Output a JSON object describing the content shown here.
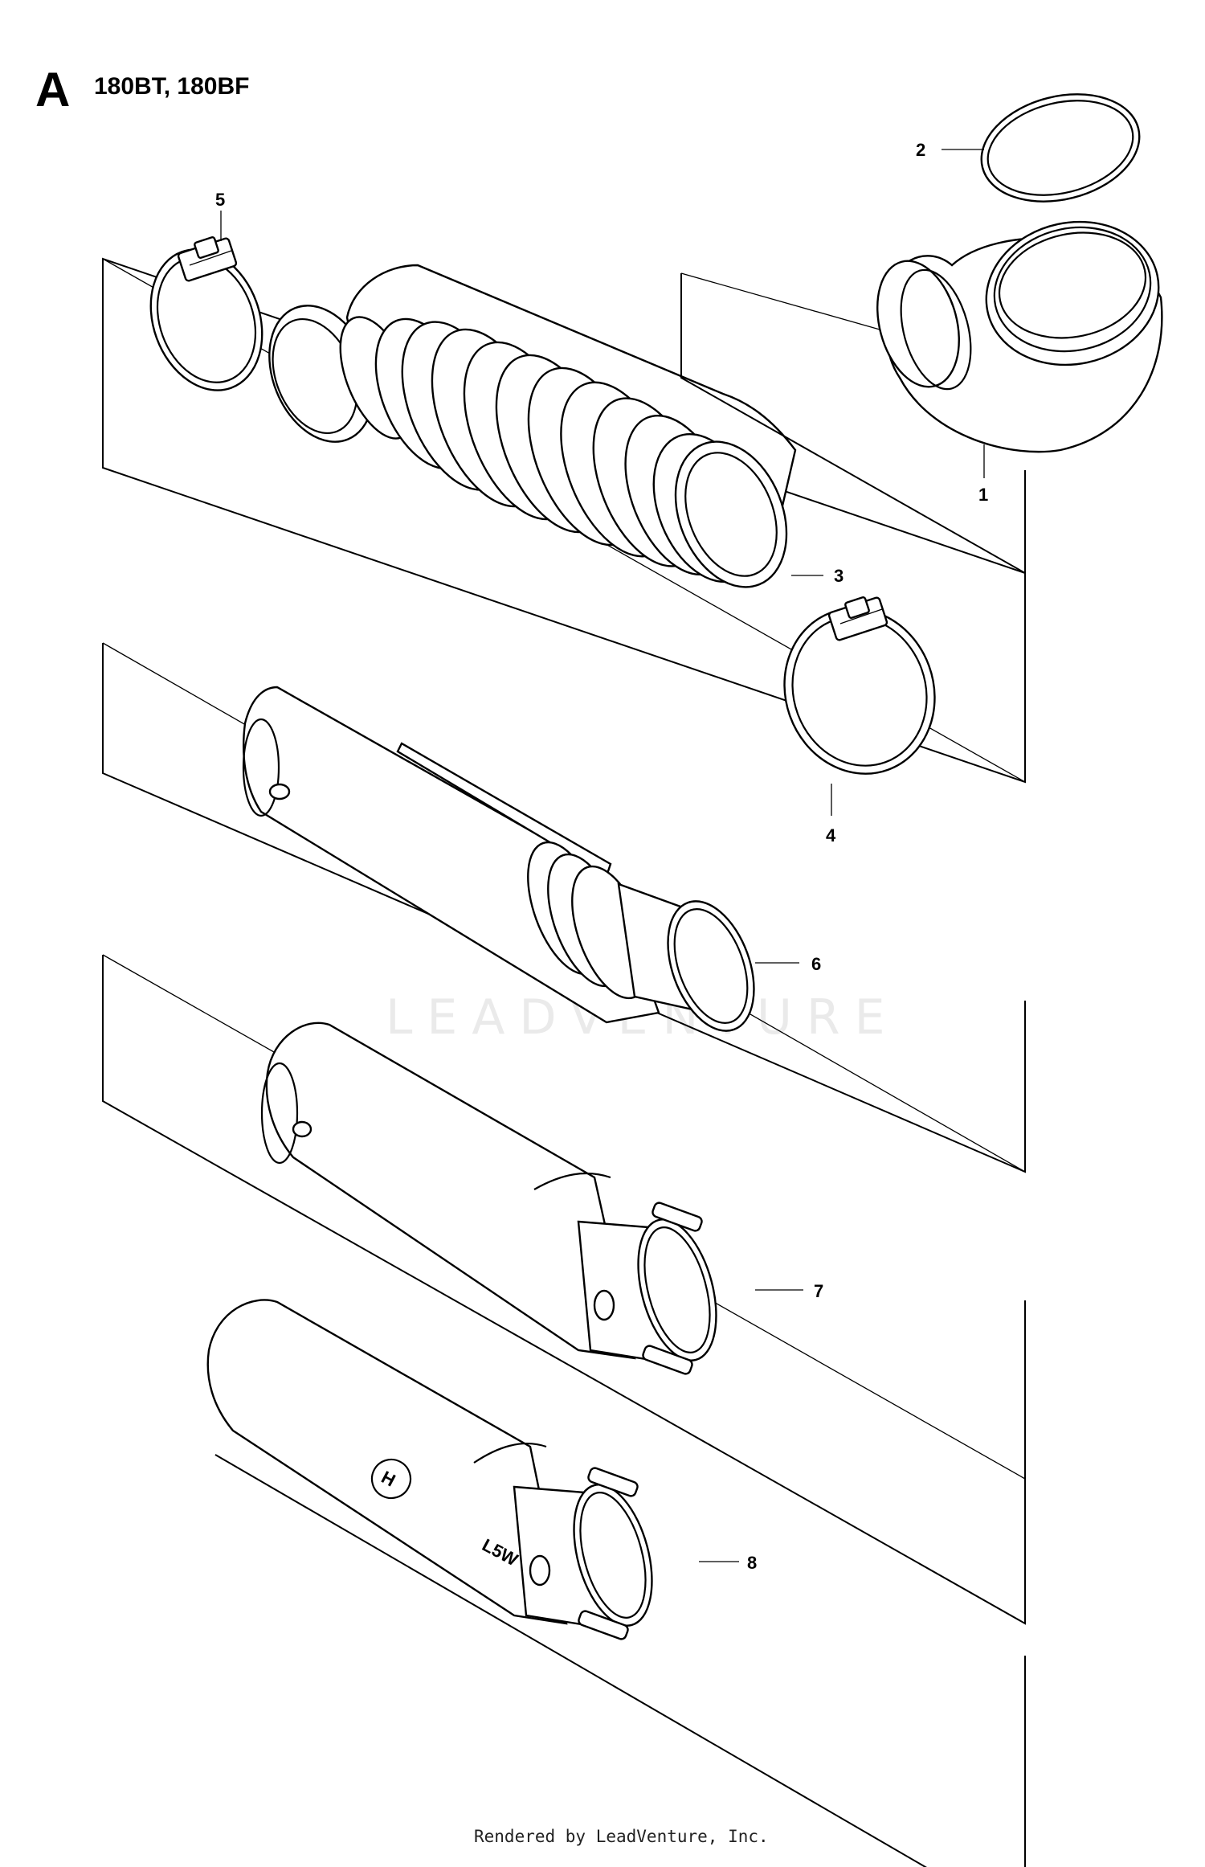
{
  "header": {
    "section_letter": "A",
    "models": "180BT, 180BF"
  },
  "callouts": [
    "1",
    "2",
    "3",
    "4",
    "5",
    "6",
    "7",
    "8"
  ],
  "logo_marking": "H",
  "tube_marking": "L5W",
  "watermark": "LEADVENTURE",
  "footer": {
    "text": "Rendered by LeadVenture, Inc."
  }
}
